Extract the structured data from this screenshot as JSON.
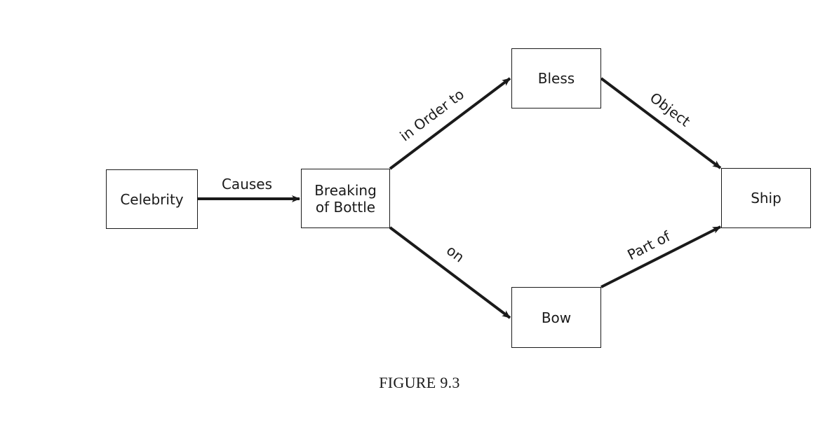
{
  "nodes": {
    "celebrity": "Celebrity",
    "breaking": "Breaking\nof Bottle",
    "bless": "Bless",
    "bow": "Bow",
    "ship": "Ship"
  },
  "edges": {
    "causes": "Causes",
    "in_order_to": "in Order to",
    "on": "on",
    "object": "Object",
    "part_of": "Part of"
  },
  "caption": "FIGURE 9.3"
}
